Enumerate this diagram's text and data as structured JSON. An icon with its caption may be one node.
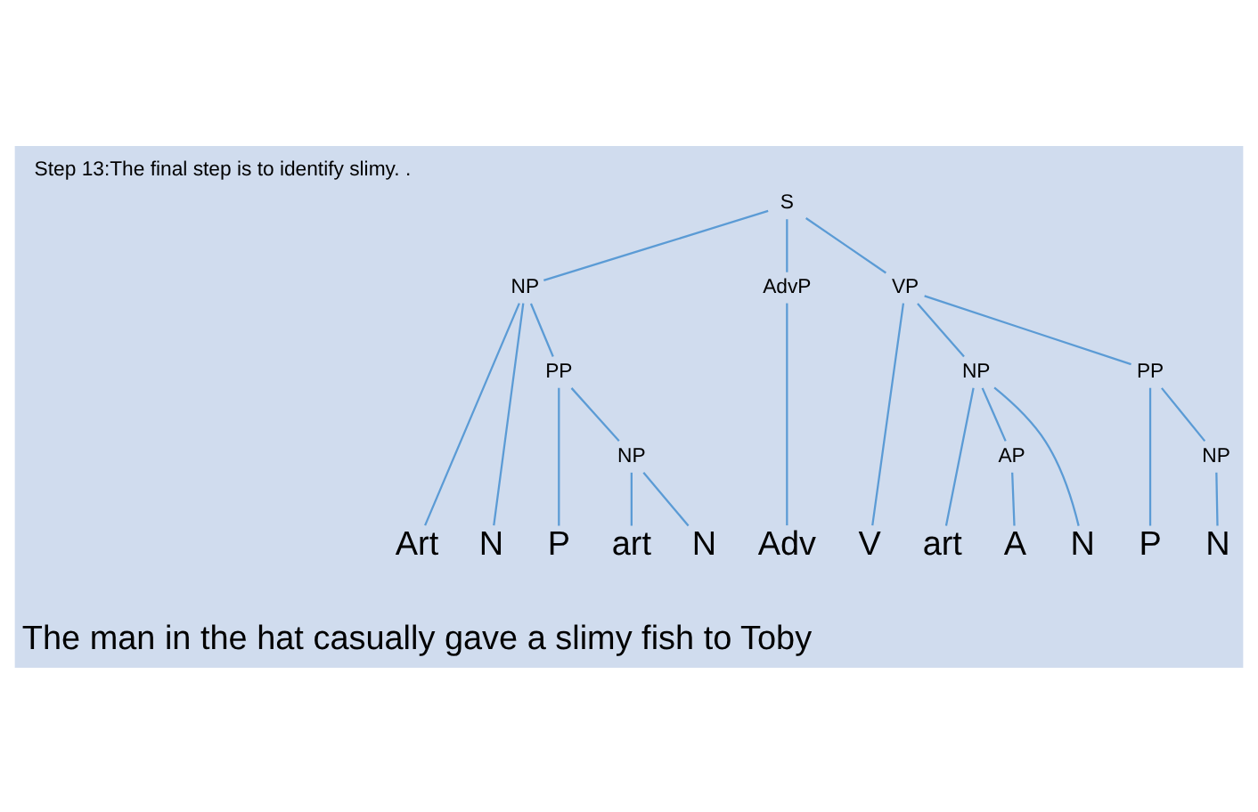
{
  "diagram": {
    "title": "Step 13:The final step is to identify slimy. .",
    "nodes": [
      {
        "text": [
          "S"
        ]
      },
      {
        "text": [
          "NP"
        ]
      },
      {
        "text": [
          "VP"
        ]
      },
      {
        "text": [
          "PP"
        ]
      },
      {
        "text": [
          "NP"
        ]
      },
      {
        "text": [
          "PP"
        ]
      },
      {
        "text": [
          "NP"
        ]
      },
      {
        "text": [
          "AdvP"
        ]
      },
      {
        "text": [
          "AP"
        ]
      },
      {
        "text": [
          "NP"
        ]
      },
      {
        "text": [
          "Art"
        ]
      },
      {
        "text": [
          "N"
        ]
      },
      {
        "text": [
          "P"
        ]
      },
      {
        "text": [
          "art"
        ]
      },
      {
        "text": [
          "N"
        ]
      },
      {
        "text": [
          "Adv"
        ]
      },
      {
        "text": [
          "V"
        ]
      },
      {
        "text": [
          "art"
        ]
      },
      {
        "text": [
          "A"
        ]
      },
      {
        "text": [
          "N"
        ]
      },
      {
        "text": [
          "P"
        ]
      },
      {
        "text": [
          "N"
        ]
      }
    ],
    "edges": [
      {
        "from": 0,
        "to": 1,
        "arrow": "none"
      },
      {
        "from": 0,
        "to": 7,
        "arrow": "none"
      },
      {
        "from": 0,
        "to": 2,
        "arrow": "none"
      },
      {
        "from": 1,
        "to": 10,
        "arrow": "none"
      },
      {
        "from": 1,
        "to": 11,
        "arrow": "none"
      },
      {
        "from": 1,
        "to": 3,
        "arrow": "none"
      },
      {
        "from": 3,
        "to": 12,
        "arrow": "none"
      },
      {
        "from": 3,
        "to": 6,
        "arrow": "none"
      },
      {
        "from": 6,
        "to": 13,
        "arrow": "none"
      },
      {
        "from": 6,
        "to": 14,
        "arrow": "none"
      },
      {
        "from": 7,
        "to": 15,
        "arrow": "none"
      },
      {
        "from": 2,
        "to": 16,
        "arrow": "none"
      },
      {
        "from": 2,
        "to": 4,
        "arrow": "none"
      },
      {
        "from": 2,
        "to": 5,
        "arrow": "none"
      },
      {
        "from": 4,
        "to": 17,
        "arrow": "none"
      },
      {
        "from": 4,
        "to": 8,
        "arrow": "none"
      },
      {
        "from": 4,
        "to": 19,
        "arrow": "none"
      },
      {
        "from": 8,
        "to": 18,
        "arrow": "none"
      },
      {
        "from": 5,
        "to": 20,
        "arrow": "none"
      },
      {
        "from": 5,
        "to": 9,
        "arrow": "none"
      },
      {
        "from": 9,
        "to": 21,
        "arrow": "none"
      }
    ],
    "labels": [
      "The man in the hat casually gave a slimy fish to Toby"
    ]
  }
}
